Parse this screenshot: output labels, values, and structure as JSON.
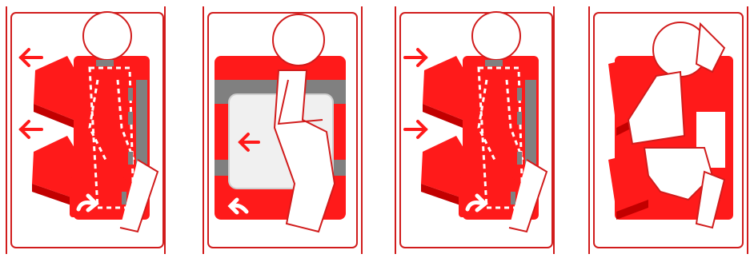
{
  "colors": {
    "accent_red": "#ff1a1a",
    "dark_red": "#c20000",
    "outline_red": "#d11c1c",
    "gray_pad": "#808080",
    "light_gray": "#f0f0f0",
    "white": "#ffffff"
  },
  "panels": [
    {
      "id": "panel-1",
      "icons": [
        "bed-frame-icon",
        "person-icon",
        "mattress-icon",
        "wedge-pillow-icon",
        "arrow-left-icon",
        "curved-arrow-icon"
      ]
    },
    {
      "id": "panel-2",
      "icons": [
        "bed-frame-icon",
        "person-icon",
        "mattress-icon",
        "arrow-left-icon",
        "curved-arrow-icon"
      ]
    },
    {
      "id": "panel-3",
      "icons": [
        "bed-frame-icon",
        "person-icon",
        "mattress-icon",
        "wedge-pillow-icon",
        "arrow-right-icon",
        "curved-arrow-icon"
      ]
    },
    {
      "id": "panel-4",
      "icons": [
        "bed-frame-icon",
        "person-icon",
        "mattress-icon",
        "wedge-pillow-icon"
      ]
    }
  ]
}
